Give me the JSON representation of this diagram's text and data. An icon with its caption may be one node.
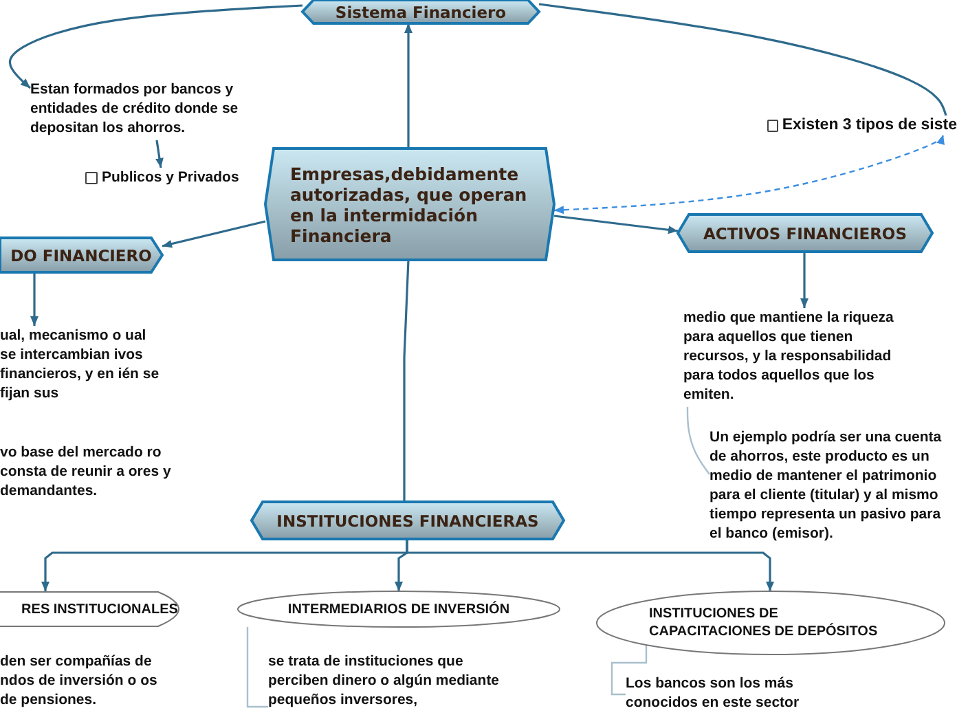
{
  "diagram": {
    "nodes": [
      {
        "text": [
          "Sistema Financiero"
        ]
      },
      {
        "text": [
          "Estan formados por bancos y entidades de crédito donde se depositan los ahorros."
        ]
      },
      {
        "text": [
          "Publicos y Privados"
        ]
      },
      {
        "text": [
          "Existen 3 tipos de siste"
        ]
      },
      {
        "text": [
          "Empresas,debidamente autorizadas, que operan en la intermidación Financiera"
        ]
      },
      {
        "text": [
          "DO FINANCIERO"
        ]
      },
      {
        "text": [
          "ACTIVOS FINANCIEROS"
        ]
      },
      {
        "text": [
          "ual, mecanismo o ual se intercambian ivos financieros, y en ién se fijan sus"
        ]
      },
      {
        "text": [
          "vo base del mercado ro consta de reunir a ores y demandantes."
        ]
      },
      {
        "text": [
          "medio que mantiene la riqueza para aquellos que tienen recursos, y la responsabilidad para todos aquellos que los emiten."
        ]
      },
      {
        "text": [
          "Un ejemplo podría ser una cuenta de ahorros, este producto es un medio de mantener el patrimonio para el cliente (titular) y al mismo tiempo representa un pasivo para el banco (emisor)."
        ]
      },
      {
        "text": [
          "INSTITUCIONES FINANCIERAS"
        ]
      },
      {
        "text": [
          "RES INSTITUCIONALES"
        ]
      },
      {
        "text": [
          "INTERMEDIARIOS DE INVERSIÓN"
        ]
      },
      {
        "text": [
          "INSTITUCIONES DE CAPACITACIONES DE DEPÓSITOS"
        ]
      },
      {
        "text": [
          "den ser compañías de ndos de inversión o os de pensiones."
        ]
      },
      {
        "text": [
          "se trata de instituciones que perciben dinero o algún mediante pequeños inversores,"
        ]
      },
      {
        "text": [
          "Los bancos son los más conocidos en este sector"
        ]
      }
    ],
    "edges": [
      {
        "from": 4,
        "to": 0,
        "arrow": "to"
      },
      {
        "from": 0,
        "to": 1,
        "arrow": "to"
      },
      {
        "from": 0,
        "to": 3,
        "arrow": "none"
      },
      {
        "from": 1,
        "to": 2,
        "arrow": "to"
      },
      {
        "from": 4,
        "to": 3,
        "arrow": "both",
        "style": "dashed",
        "color": "#3b8ee0"
      },
      {
        "from": 4,
        "to": 5,
        "arrow": "to"
      },
      {
        "from": 4,
        "to": 6,
        "arrow": "to"
      },
      {
        "from": 5,
        "to": 7,
        "arrow": "to"
      },
      {
        "from": 6,
        "to": 9,
        "arrow": "to"
      },
      {
        "from": 9,
        "to": 10,
        "arrow": "none",
        "color": "#a9bfcc"
      },
      {
        "from": 4,
        "to": 11,
        "arrow": "none"
      },
      {
        "from": 11,
        "to": 12,
        "arrow": "to"
      },
      {
        "from": 11,
        "to": 13,
        "arrow": "to"
      },
      {
        "from": 11,
        "to": 14,
        "arrow": "to"
      },
      {
        "from": 13,
        "to": 16,
        "arrow": "none",
        "color": "#a9bfcc"
      },
      {
        "from": 14,
        "to": 17,
        "arrow": "none",
        "color": "#a9bfcc"
      }
    ]
  }
}
